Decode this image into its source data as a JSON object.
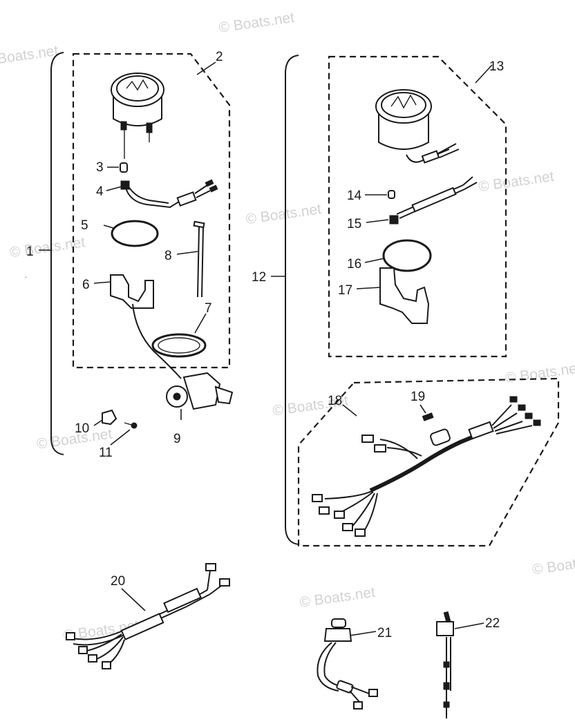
{
  "watermark": "© Boats.net",
  "callouts": [
    "1",
    "2",
    "3",
    "4",
    "5",
    "6",
    "7",
    "8",
    "9",
    "10",
    "11",
    "12",
    "13",
    "14",
    "15",
    "16",
    "17",
    "18",
    "19",
    "20",
    "21",
    "22"
  ],
  "colors": {
    "ink": "#1a1a1a",
    "watermark": "#d2d2d2",
    "background": "#ffffff"
  }
}
